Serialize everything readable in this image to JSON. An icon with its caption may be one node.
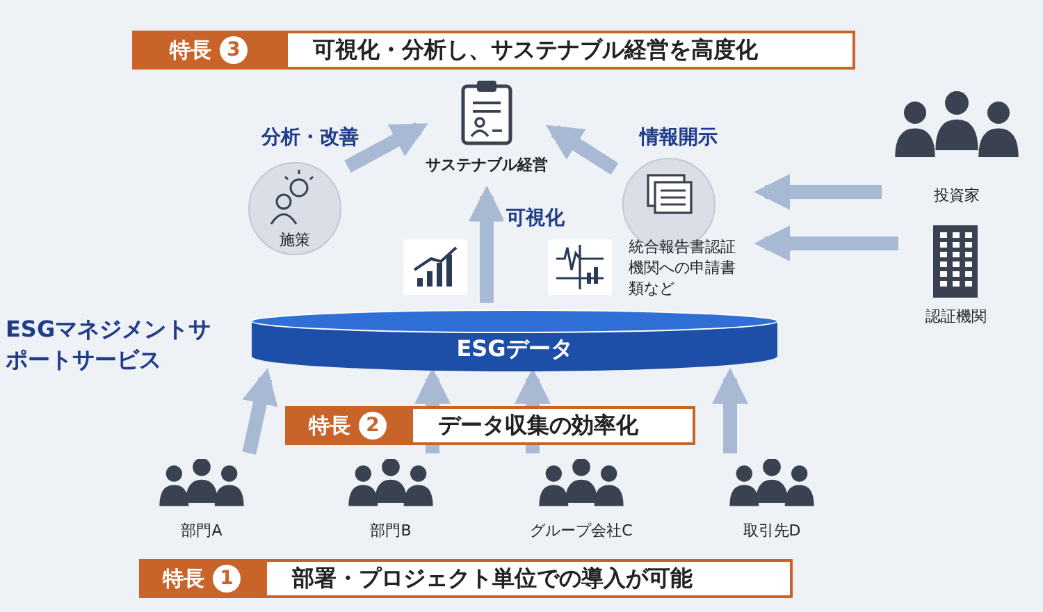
{
  "diagram": {
    "nodes": [
      {
        "text": [
          "ESGデータ"
        ]
      },
      {
        "text": [
          "サステナブル経営"
        ]
      },
      {
        "text": [
          "施策"
        ]
      },
      {
        "text": [
          "統合報告書認証機関への申請書類など"
        ]
      },
      {
        "text": [
          "投資家"
        ]
      },
      {
        "text": [
          "認証機関"
        ]
      },
      {
        "text": [
          "部門A"
        ]
      },
      {
        "text": [
          "部門B"
        ]
      },
      {
        "text": [
          "グループ会社C"
        ]
      },
      {
        "text": [
          "取引先D"
        ]
      }
    ],
    "edges": [
      {
        "from": 6,
        "to": 0,
        "arrow": "to"
      },
      {
        "from": 7,
        "to": 0,
        "arrow": "to"
      },
      {
        "from": 8,
        "to": 0,
        "arrow": "to"
      },
      {
        "from": 9,
        "to": 0,
        "arrow": "to"
      },
      {
        "from": 0,
        "to": 1,
        "arrow": "to",
        "label": "可視化"
      },
      {
        "from": 2,
        "to": 1,
        "arrow": "to",
        "label": "分析・改善"
      },
      {
        "from": 3,
        "to": 1,
        "arrow": "to",
        "label": "情報開示"
      },
      {
        "from": 4,
        "to": 3,
        "arrow": "to"
      },
      {
        "from": 5,
        "to": 3,
        "arrow": "to"
      }
    ],
    "labels": [
      "特長",
      "3",
      "可視化・分析し、サステナブル経営を高度化",
      "ESGマネジメントサポートサービス",
      "特長",
      "2",
      "データ収集の効率化",
      "特長",
      "1",
      "部署・プロジェクト単位での導入が可能"
    ]
  }
}
